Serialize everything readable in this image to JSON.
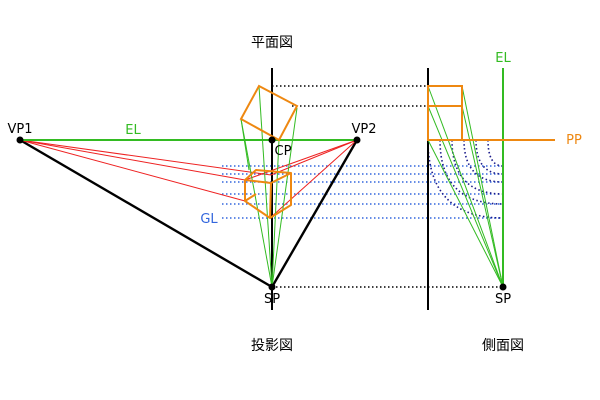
{
  "labels": {
    "plan_view": "平面図",
    "projection_view": "投影図",
    "side_view": "側面図",
    "vp1": "VP1",
    "vp2": "VP2",
    "cp": "CP",
    "sp_front": "SP",
    "sp_side": "SP",
    "el_horizon": "EL",
    "el_side": "EL",
    "pp": "PP",
    "gl": "GL"
  },
  "colors": {
    "black": "#000000",
    "green": "#33bb22",
    "orange": "#ee8811",
    "red": "#ee2222",
    "blue": "#3366dd",
    "navy": "#1a1a8a"
  }
}
